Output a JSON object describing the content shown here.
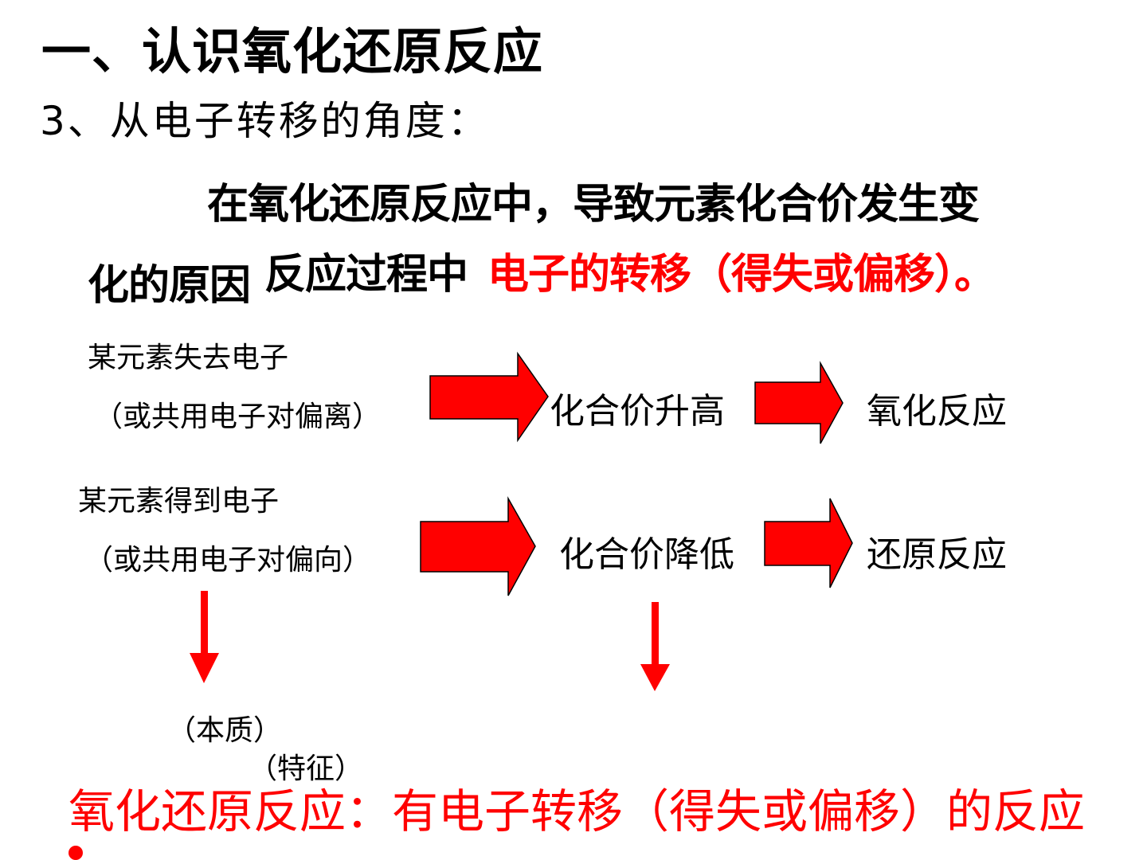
{
  "title": "一、认识氧化还原反应",
  "subtitle": "3、从电子转移的角度：",
  "paragraph": {
    "line1": "在氧化还原反应中，导致元素化合价发生变",
    "line2_part1": "化的原因",
    "line2_part2": "反应过程中",
    "line2_highlight": "电子的转移（得失或偏移）。"
  },
  "flow": {
    "row1": {
      "cause_line1": "某元素失去电子",
      "cause_line2": "（或共用电子对偏离）",
      "result": "化合价升高",
      "reaction": "氧化反应"
    },
    "row2": {
      "cause_line1": "某元素得到电子",
      "cause_line2": "（或共用电子对偏向）",
      "result": "化合价降低",
      "reaction": "还原反应"
    },
    "essence_label": "（本质）",
    "feature_label": "（特征）"
  },
  "definition": "氧化还原反应：有电子转移（得失或偏移）的反应",
  "colors": {
    "highlight": "#ff0000",
    "arrow_fill": "#ff0000",
    "arrow_stroke": "#000000"
  },
  "icons": {
    "block_arrow": "right-arrow-icon",
    "down_arrow": "down-arrow-icon"
  }
}
